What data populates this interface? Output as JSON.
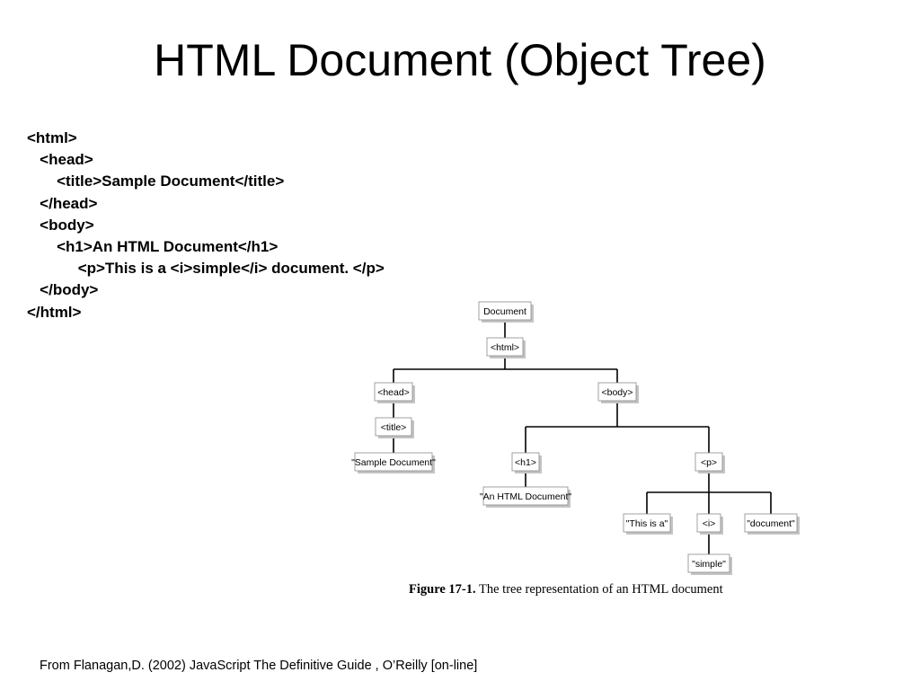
{
  "slide": {
    "title": "HTML Document (Object Tree)"
  },
  "code": {
    "lines": [
      {
        "prefix": "",
        "text": "<html>"
      },
      {
        "prefix": "   ",
        "text": "<head>"
      },
      {
        "prefix": "       ",
        "text": "<title>Sample Document</title>"
      },
      {
        "prefix": "   ",
        "text": "</head>"
      },
      {
        "prefix": "   ",
        "text": "<body>"
      },
      {
        "prefix": "       ",
        "text": "<h1>An HTML Document</h1>"
      },
      {
        "prefix": "            ",
        "text": "<p>This is a <i>simple</i> document. </p>"
      },
      {
        "prefix": "   ",
        "text": "</body>"
      },
      {
        "prefix": "",
        "text": "</html>"
      }
    ]
  },
  "tree": {
    "nodes": {
      "document": "Document",
      "html": "<html>",
      "head": "<head>",
      "body": "<body>",
      "title": "<title>",
      "sample_document": "\"Sample Document\"",
      "h1": "<h1>",
      "p": "<p>",
      "an_html_document": "\"An HTML Document\"",
      "this_is_a": "\"This is a\"",
      "i": "<i>",
      "document_text": "\"document\"",
      "simple": "\"simple\""
    },
    "edges": [
      [
        "document",
        "html"
      ],
      [
        "html",
        "head"
      ],
      [
        "html",
        "body"
      ],
      [
        "head",
        "title"
      ],
      [
        "title",
        "sample_document"
      ],
      [
        "body",
        "h1"
      ],
      [
        "body",
        "p"
      ],
      [
        "h1",
        "an_html_document"
      ],
      [
        "p",
        "this_is_a"
      ],
      [
        "p",
        "i"
      ],
      [
        "p",
        "document_text"
      ],
      [
        "i",
        "simple"
      ]
    ]
  },
  "figure": {
    "caption_number": "Figure 17-1.",
    "caption_text": "The tree representation of an HTML document"
  },
  "source": {
    "text": "From Flanagan,D. (2002) JavaScript The Definitive Guide , O’Reilly [on-line]"
  },
  "colors": {
    "node_border": "#8a8a8a",
    "node_shadow": "#c4c4c4",
    "line": "#000000"
  }
}
